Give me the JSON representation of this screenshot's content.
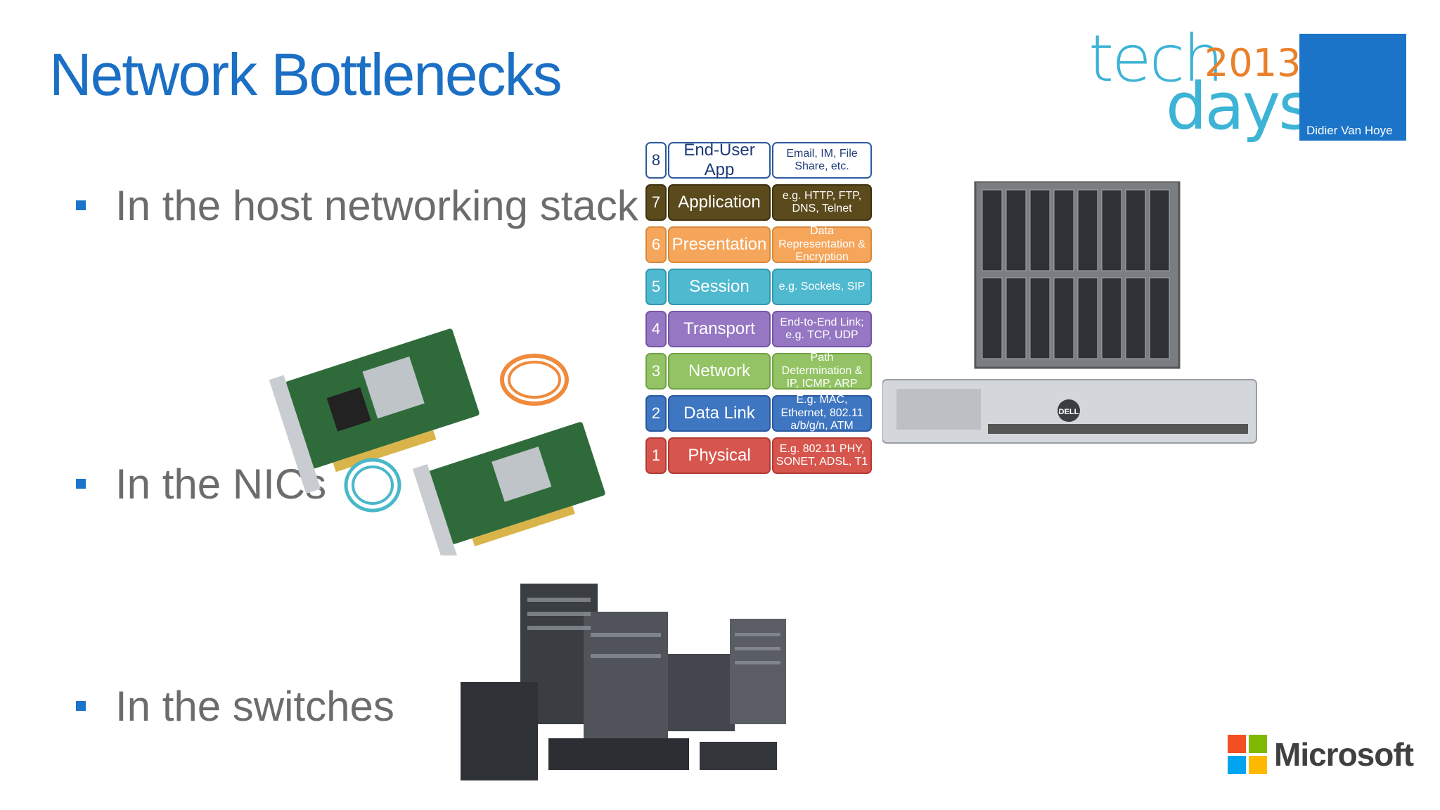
{
  "slide": {
    "title": "Network Bottlenecks",
    "bullets": [
      "In the host networking stack",
      "In the NICs",
      "In the switches"
    ]
  },
  "logo": {
    "tech": "tech",
    "days": "days",
    "year": "2013",
    "presenter": "Didier Van Hoye"
  },
  "osi": {
    "layers": [
      {
        "num": "8",
        "name": "End-User App",
        "desc": "Email, IM, File Share, etc.",
        "color": "#ffffff",
        "border": "#2d5a9e",
        "text": "#1f3c78"
      },
      {
        "num": "7",
        "name": "Application",
        "desc": "e.g. HTTP, FTP, DNS, Telnet",
        "color": "#5b4a1c",
        "border": "#3f3210",
        "text": "#ffffff"
      },
      {
        "num": "6",
        "name": "Presentation",
        "desc": "Data Representation & Encryption",
        "color": "#f5a65b",
        "border": "#d98a3c",
        "text": "#ffffff"
      },
      {
        "num": "5",
        "name": "Session",
        "desc": "e.g. Sockets, SIP",
        "color": "#4fb9cf",
        "border": "#3299b0",
        "text": "#ffffff"
      },
      {
        "num": "4",
        "name": "Transport",
        "desc": "End-to-End Link; e.g. TCP, UDP",
        "color": "#9577c3",
        "border": "#7656a6",
        "text": "#ffffff"
      },
      {
        "num": "3",
        "name": "Network",
        "desc": "Path Determination & IP, ICMP, ARP",
        "color": "#93c364",
        "border": "#72a345",
        "text": "#ffffff"
      },
      {
        "num": "2",
        "name": "Data Link",
        "desc": "E.g. MAC, Ethernet, 802.11 a/b/g/n, ATM",
        "color": "#3e76c1",
        "border": "#2a5aa0",
        "text": "#ffffff"
      },
      {
        "num": "1",
        "name": "Physical",
        "desc": "E.g. 802.11 PHY, SONET, ADSL, T1",
        "color": "#d6564e",
        "border": "#b33b34",
        "text": "#ffffff"
      }
    ]
  },
  "images": {
    "nics": "network-interface-cards-photo",
    "servers": "blade-chassis-and-rack-server-photo",
    "switches": "network-switches-photo",
    "server_brand": "DELL"
  },
  "footer": {
    "brand": "Microsoft"
  },
  "colors": {
    "title": "#1b6fc4",
    "bullet": "#1a74c9",
    "text": "#6c6c6c"
  }
}
